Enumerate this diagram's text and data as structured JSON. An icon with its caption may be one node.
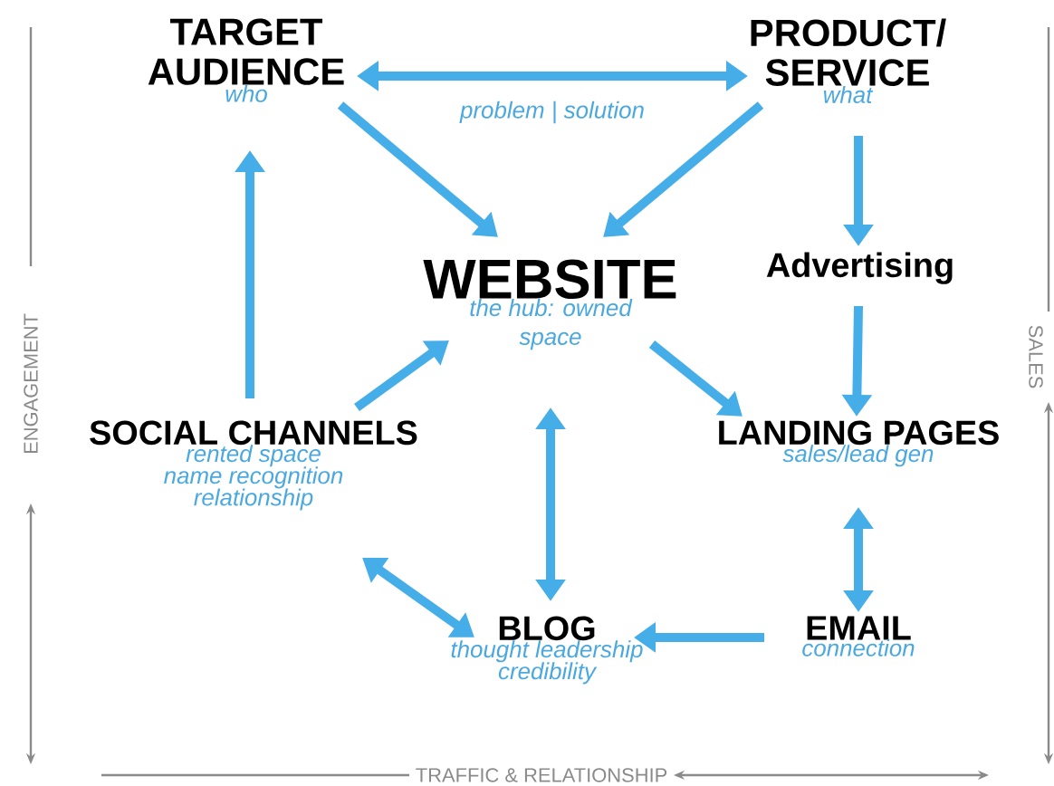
{
  "diagram": {
    "nodes": [
      {
        "text": [
          "TARGET AUDIENCE",
          "who"
        ]
      },
      {
        "text": [
          "PRODUCT/ SERVICE",
          "what"
        ]
      },
      {
        "text": [
          "WEBSITE",
          "the hub: owned space"
        ]
      },
      {
        "text": [
          "Advertising"
        ]
      },
      {
        "text": [
          "SOCIAL CHANNELS",
          "rented space",
          "name recognition",
          "relationship"
        ]
      },
      {
        "text": [
          "LANDING PAGES",
          "sales/lead gen"
        ]
      },
      {
        "text": [
          "BLOG",
          "thought leadership",
          "credibility"
        ]
      },
      {
        "text": [
          "EMAIL",
          "connection"
        ]
      }
    ],
    "edges": [
      {
        "from": 0,
        "to": 1,
        "arrow": "both",
        "label": "problem | solution"
      },
      {
        "from": 0,
        "to": 2,
        "arrow": "to"
      },
      {
        "from": 1,
        "to": 2,
        "arrow": "to"
      },
      {
        "from": 1,
        "to": 3,
        "arrow": "to"
      },
      {
        "from": 3,
        "to": 5,
        "arrow": "to"
      },
      {
        "from": 4,
        "to": 0,
        "arrow": "to"
      },
      {
        "from": 4,
        "to": 2,
        "arrow": "to"
      },
      {
        "from": 2,
        "to": 5,
        "arrow": "to"
      },
      {
        "from": 2,
        "to": 6,
        "arrow": "both"
      },
      {
        "from": 5,
        "to": 7,
        "arrow": "both"
      },
      {
        "from": 7,
        "to": 6,
        "arrow": "to"
      },
      {
        "from": 6,
        "to": 4,
        "arrow": "both"
      }
    ],
    "labels": [
      "ENGAGEMENT",
      "TRAFFIC & RELATIONSHIP",
      "SALES"
    ]
  }
}
